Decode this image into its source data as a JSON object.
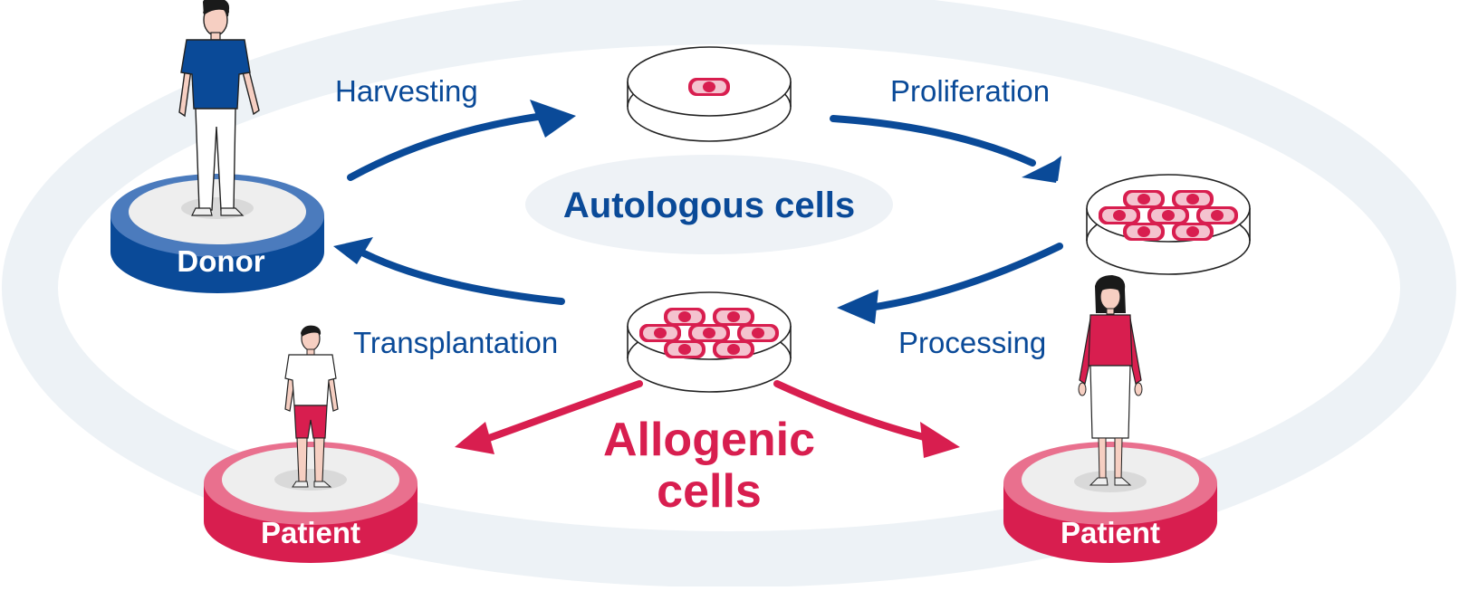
{
  "colors": {
    "blue": "#0a4a98",
    "red": "#d81e4f",
    "pink_light": "#f4c3cf",
    "ring_bg": "#edf2f6",
    "pill_bg": "#eef2f6"
  },
  "labels": {
    "harvesting": "Harvesting",
    "proliferation": "Proliferation",
    "processing": "Processing",
    "transplantation": "Transplantation",
    "autologous": "Autologous cells",
    "allogenic_line1": "Allogenic",
    "allogenic_line2": "cells"
  },
  "platforms": {
    "donor": "Donor",
    "patient_left": "Patient",
    "patient_right": "Patient"
  },
  "icons": {
    "dish_single": "petri-dish-single-cell-icon",
    "dish_many": "petri-dish-many-cells-icon",
    "person_male": "person-male-icon",
    "person_female": "person-female-icon"
  }
}
